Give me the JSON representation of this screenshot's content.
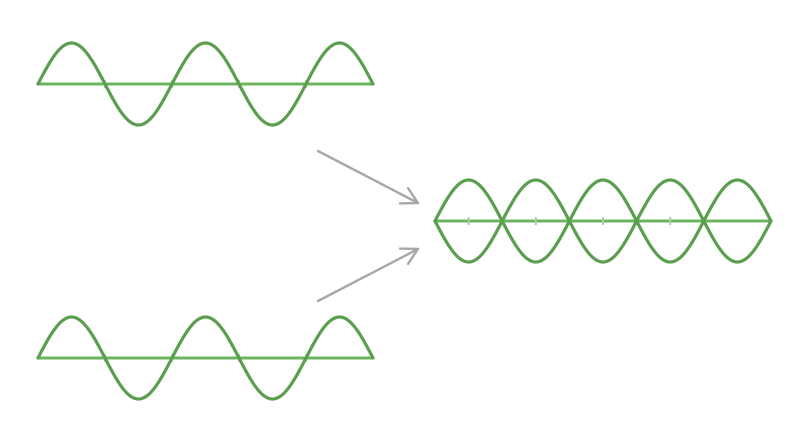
{
  "colors": {
    "background": "#ffffff",
    "wave": "#5c9e4f",
    "axis": "#6cb55f",
    "tick": "#a9d19f",
    "arrow": "#a8a8a8"
  },
  "diagram": {
    "description_free": true,
    "top_wave": {
      "cycles": 2.5,
      "phase": "sine"
    },
    "bottom_wave": {
      "cycles": 2.5,
      "phase": "sine"
    },
    "result_wave": {
      "cycles": 2.5,
      "phase": "sine",
      "mirrored": true
    },
    "arrows": [
      {
        "from": "top-wave",
        "to": "result-wave"
      },
      {
        "from": "bottom-wave",
        "to": "result-wave"
      }
    ]
  }
}
